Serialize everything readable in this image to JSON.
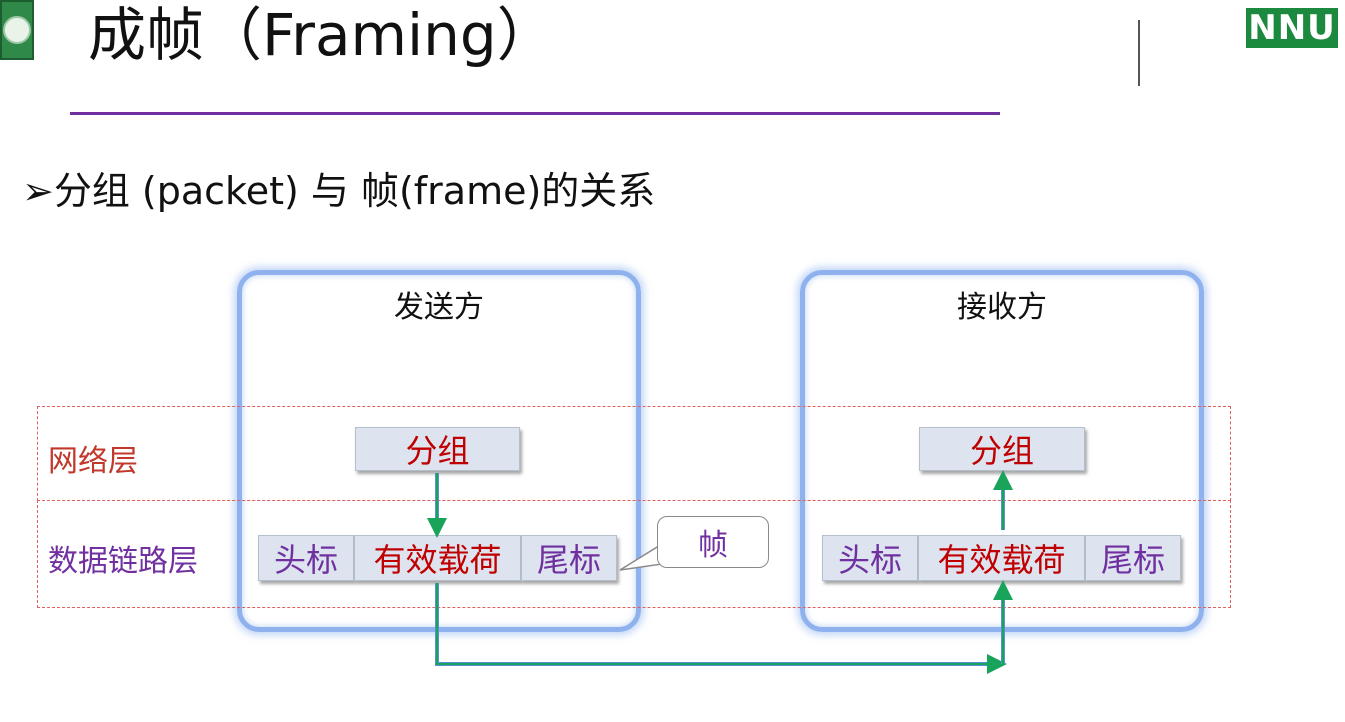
{
  "header": {
    "title": "成帧（Framing）",
    "logo_right": "NNU",
    "logo_left_icon": "university-seal-icon"
  },
  "bullet": {
    "marker": "➢",
    "text": "分组 (packet) 与 帧(frame)的关系"
  },
  "diagram": {
    "sender": {
      "label": "发送方"
    },
    "receiver": {
      "label": "接收方"
    },
    "layers": {
      "network": "网络层",
      "datalink": "数据链路层"
    },
    "sender_packet": "分组",
    "receiver_packet": "分组",
    "sender_frame": {
      "header": "头标",
      "payload": "有效载荷",
      "trailer": "尾标"
    },
    "receiver_frame": {
      "header": "头标",
      "payload": "有效载荷",
      "trailer": "尾标"
    },
    "callout": "帧"
  },
  "colors": {
    "accent_purple": "#7030a0",
    "label_red": "#c00000",
    "layer_label_network": "#c0392b",
    "layer_label_datalink": "#7030a0",
    "party_border": "#8fb2ee",
    "arrow_green": "#1aa35a",
    "arrow_blue": "#5a8fd8",
    "band_dash": "#e06060",
    "nnu_green": "#1c8a3e"
  }
}
